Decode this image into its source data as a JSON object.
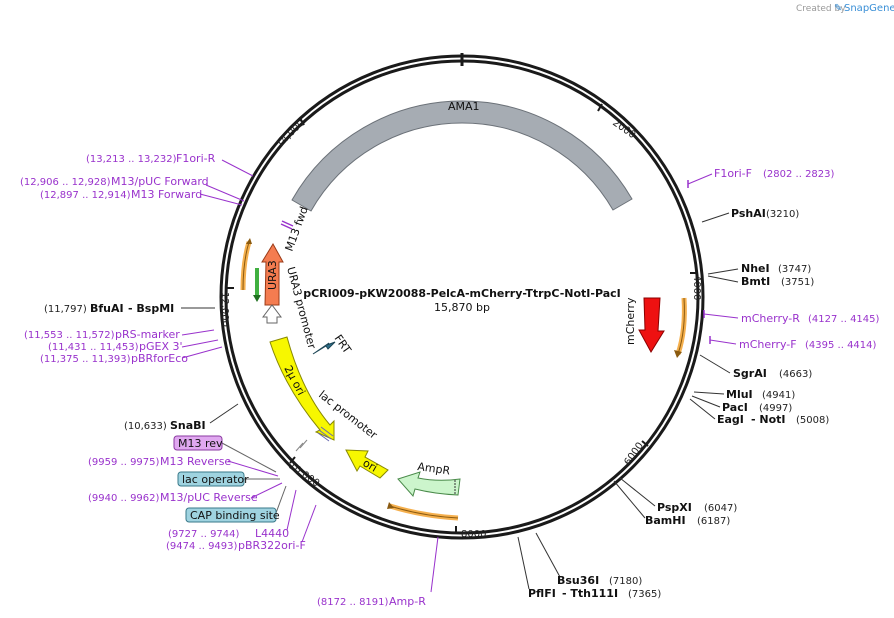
{
  "watermark": {
    "created_by": "Created by",
    "brand": "SnapGene"
  },
  "plasmid": {
    "name": "pCRI009-pKW20088-PelcA-mCherry-TtrpC-NotI-PacI",
    "length": "15,870 bp"
  },
  "ticks": [
    "2000",
    "4000",
    "6000",
    "8000",
    "10,000",
    "12,000",
    "14,000"
  ],
  "features": {
    "ama1": "AMA1",
    "mcherry": "mCherry",
    "ampr": "AmpR",
    "ori": "ori",
    "two_micron": "2μ ori",
    "ura3": "URA3",
    "ura3_promoter": "URA3 promoter",
    "m13_fwd": "M13 fwd",
    "frt": "FRT",
    "lac_promoter": "lac promoter"
  },
  "sites_right": [
    {
      "name": "PshAI",
      "pos": "(3210)"
    },
    {
      "name": "NheI",
      "pos": "(3747)"
    },
    {
      "name": "BmtI",
      "pos": "(3751)"
    },
    {
      "name": "SgrAI",
      "pos": "(4663)"
    },
    {
      "name": "MluI",
      "pos": "(4941)"
    },
    {
      "name": "PacI",
      "pos": "(4997)"
    },
    {
      "name": "EagI",
      "sep": "- NotI",
      "pos": "(5008)"
    },
    {
      "name": "PspXI",
      "pos": "(6047)"
    },
    {
      "name": "BamHI",
      "pos": "(6187)"
    },
    {
      "name": "Bsu36I",
      "pos": "(7180)"
    },
    {
      "name": "PflFI",
      "sep": "- Tth111I",
      "pos": "(7365)"
    }
  ],
  "sites_left": [
    {
      "name": "BfuAI",
      "sep": "- BspMI",
      "pos": "(11,797)"
    },
    {
      "name": "SnaBI",
      "pos": "(10,633)"
    }
  ],
  "primers_right": [
    {
      "name": "F1ori-F",
      "pos": "(2802 .. 2823)"
    },
    {
      "name": "mCherry-R",
      "pos": "(4127 .. 4145)"
    },
    {
      "name": "mCherry-F",
      "pos": "(4395 .. 4414)"
    }
  ],
  "primers_left": [
    {
      "name": "F1ori-R",
      "pos": "(13,213 .. 13,232)"
    },
    {
      "name": "M13/pUC Forward",
      "pos": "(12,906 .. 12,928)"
    },
    {
      "name": "M13 Forward",
      "pos": "(12,897 .. 12,914)"
    },
    {
      "name": "pRS-marker",
      "pos": "(11,553 .. 11,572)"
    },
    {
      "name": "pGEX 3'",
      "pos": "(11,431 .. 11,453)"
    },
    {
      "name": "pBRforEco",
      "pos": "(11,375 .. 11,393)"
    },
    {
      "name": "M13 Reverse",
      "pos": "(9959 .. 9975)"
    },
    {
      "name": "M13/pUC Reverse",
      "pos": "(9940 .. 9962)"
    },
    {
      "name": "L4440",
      "pos": "(9727 .. 9744)"
    },
    {
      "name": "pBR322ori-F",
      "pos": "(9474 .. 9493)"
    },
    {
      "name": "Amp-R",
      "pos": "(8172 .. 8191)"
    }
  ],
  "boxed_labels": {
    "m13_rev": "M13 rev",
    "lac_operator": "lac operator",
    "cap_site": "CAP binding site"
  },
  "colors": {
    "backbone": "#1a1a1a",
    "primer": "#9932CC",
    "ama1": "#a6acb3",
    "mcherry": "#ee1111",
    "yellow": "#f7f700",
    "ampr": "#ccf5cc",
    "ura3": "#f47c50",
    "orange_orf": "#f5b04e",
    "green_orf": "#40b040",
    "m13_rev_box": "#e0a8f0",
    "lac_box": "#9fd3e0"
  }
}
